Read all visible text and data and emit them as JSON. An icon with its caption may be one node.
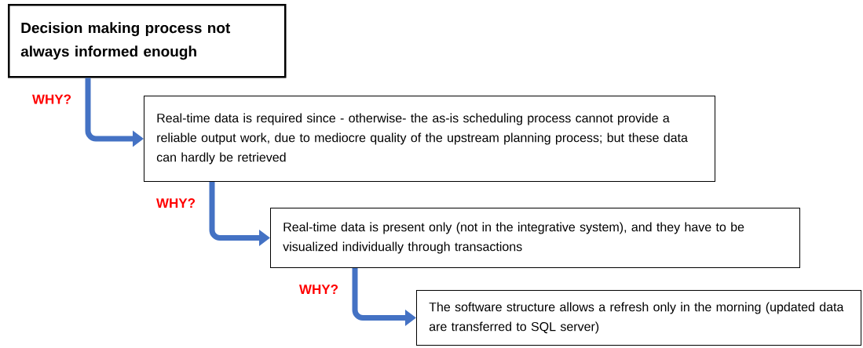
{
  "diagram": {
    "nodes": [
      {
        "text": [
          "Decision making process not always informed enough"
        ]
      },
      {
        "text": [
          "Real-time data is required since - otherwise- the as-is scheduling process cannot provide a reliable output work, due to mediocre quality of the upstream  planning process; but these data can hardly be retrieved"
        ]
      },
      {
        "text": [
          "Real-time data is present only (not in the integrative system), and they have to be visualized individually through transactions"
        ]
      },
      {
        "text": [
          "The software structure allows a refresh only in the morning (updated data are transferred to SQL server)"
        ]
      }
    ],
    "edges": [
      {
        "from": 0,
        "to": 1,
        "arrow": "to",
        "label": "WHY?"
      },
      {
        "from": 1,
        "to": 2,
        "arrow": "to",
        "label": "WHY?"
      },
      {
        "from": 2,
        "to": 3,
        "arrow": "to",
        "label": "WHY?"
      }
    ]
  }
}
